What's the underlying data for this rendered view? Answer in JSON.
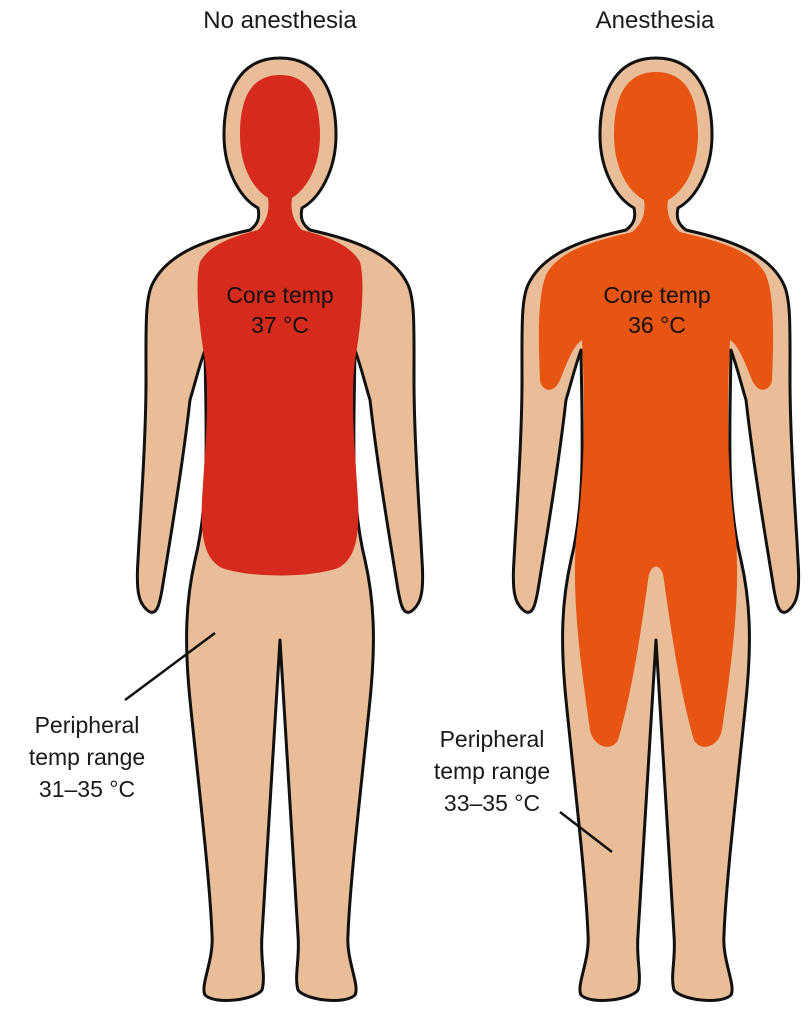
{
  "figures": [
    {
      "title": "No anesthesia",
      "core_label": [
        "Core temp",
        "37 °C"
      ],
      "peripheral_label": [
        "Peripheral",
        "temp range",
        "31–35 °C"
      ],
      "core_color": "#d62a1c"
    },
    {
      "title": "Anesthesia",
      "core_label": [
        "Core temp",
        "36 °C"
      ],
      "peripheral_label": [
        "Peripheral",
        "temp range",
        "33–35 °C"
      ],
      "core_color": "#e85412"
    }
  ],
  "colors": {
    "skin": "#e8bd98",
    "outline": "#111111"
  }
}
